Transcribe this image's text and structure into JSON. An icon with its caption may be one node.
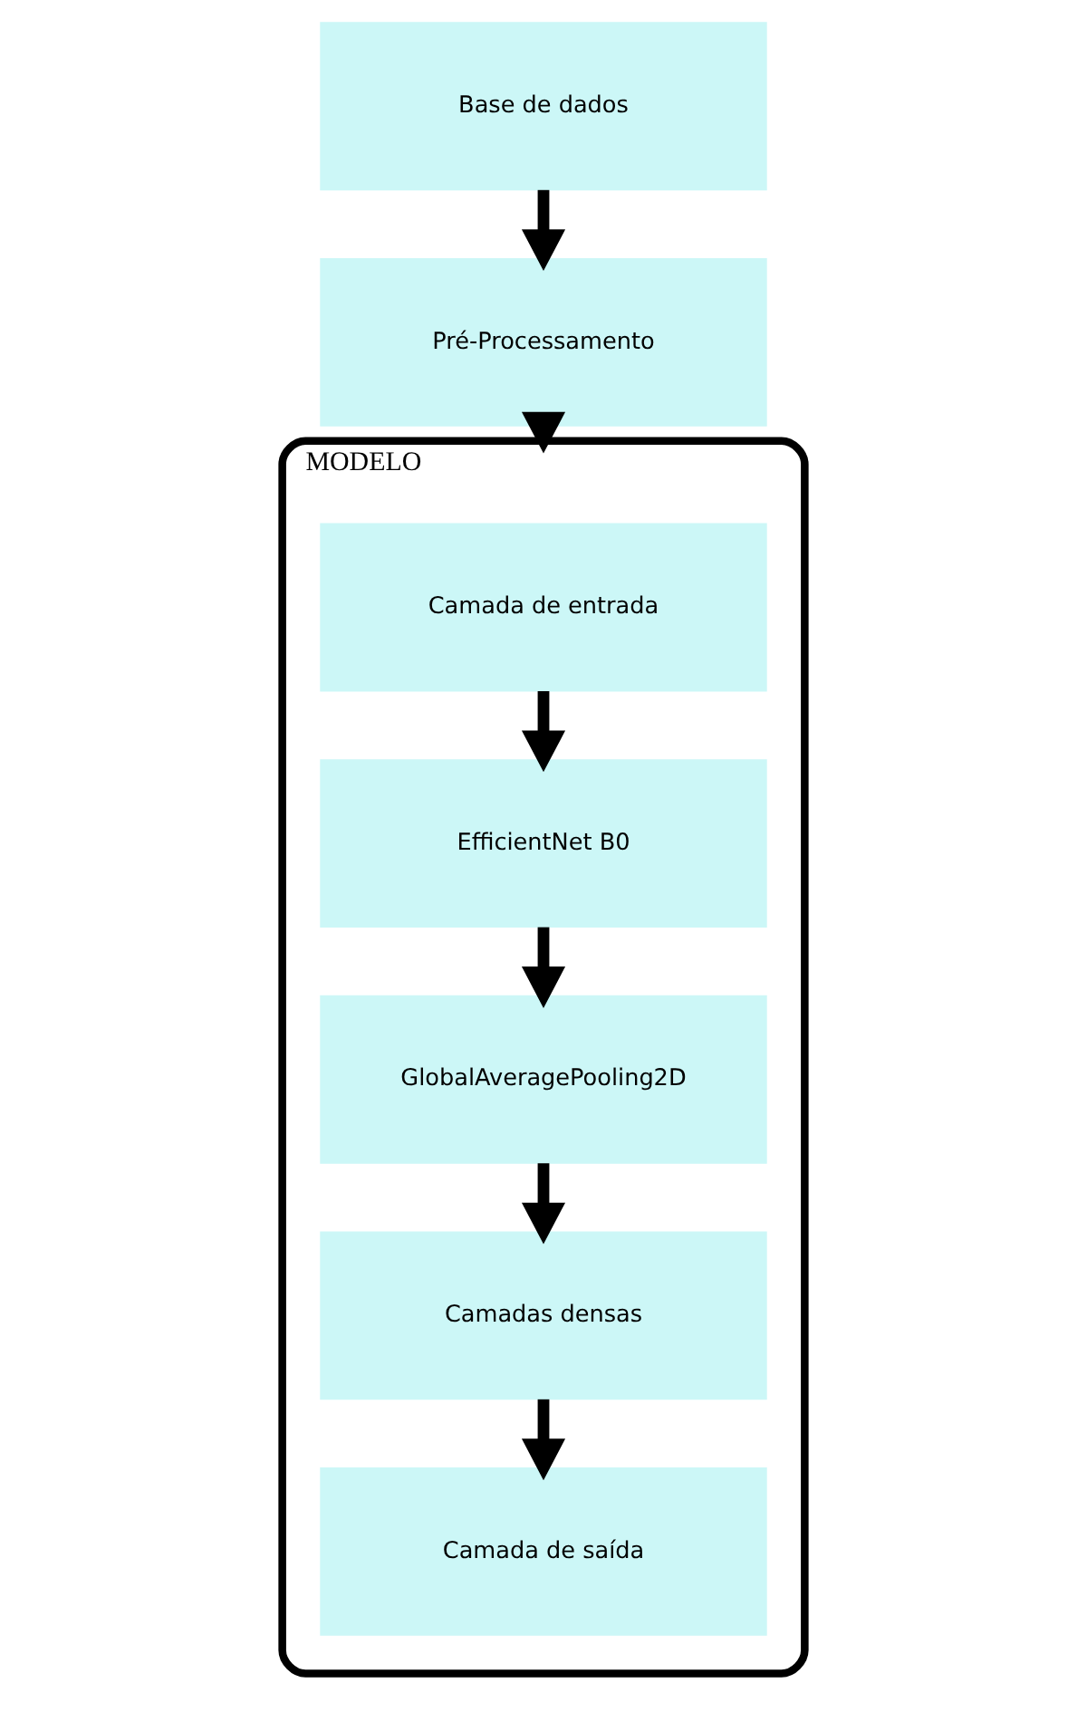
{
  "diagram": {
    "nodes": [
      {
        "text": [
          "Base de dados"
        ]
      },
      {
        "text": [
          "Pré-Processamento"
        ]
      },
      {
        "text": [
          "MODELO"
        ]
      },
      {
        "text": [
          "Camada de entrada"
        ],
        "in": 2
      },
      {
        "text": [
          "EfficientNet B0"
        ],
        "in": 2
      },
      {
        "text": [
          "GlobalAveragePooling2D"
        ],
        "in": 2
      },
      {
        "text": [
          "Camadas densas"
        ],
        "in": 2
      },
      {
        "text": [
          "Camada de saída"
        ],
        "in": 2
      }
    ],
    "edges": [
      {
        "from": 0,
        "to": 1,
        "arrow": "to"
      },
      {
        "from": 1,
        "to": 2,
        "arrow": "to"
      },
      {
        "from": 3,
        "to": 4,
        "arrow": "to"
      },
      {
        "from": 4,
        "to": 5,
        "arrow": "to"
      },
      {
        "from": 5,
        "to": 6,
        "arrow": "to"
      },
      {
        "from": 6,
        "to": 7,
        "arrow": "to"
      }
    ]
  }
}
